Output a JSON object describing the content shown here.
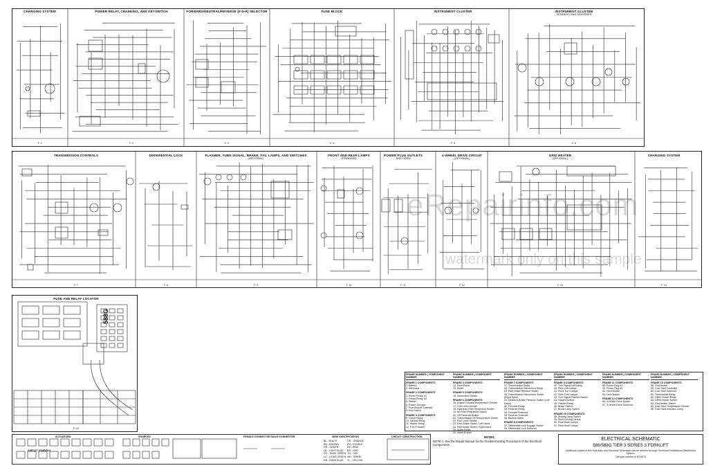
{
  "panels_top": [
    {
      "id": "charging-system",
      "title": "CHARGING SYSTEM",
      "frame": "F. 1"
    },
    {
      "id": "power-relay",
      "title": "POWER RELAY, CRANKING, AND KEYSWITCH",
      "frame": "F. 2"
    },
    {
      "id": "fnr-selector",
      "title": "FORWARD/NEUTRAL/REVERSE (F-N-R) SELECTOR",
      "frame": "F. 3"
    },
    {
      "id": "fuse-block",
      "title": "FUSE BLOCK",
      "frame": "F. 4"
    },
    {
      "id": "instrument-cluster",
      "title": "INSTRUMENT CLUSTER",
      "frame": "F. 5"
    },
    {
      "id": "cluster-senders",
      "title": "INSTRUMENT CLUSTER",
      "subtitle": "SENDERS AND SWITCHES",
      "frame": "F. 6"
    }
  ],
  "panels_mid": [
    {
      "id": "transmission-controls",
      "title": "TRANSMISSION CONTROLS",
      "frame": "F. 7"
    },
    {
      "id": "differential-lock",
      "title": "DIFFERENTIAL LOCK",
      "frame": "F. 8"
    },
    {
      "id": "flasher",
      "title": "FLASHER, TURN SIGNAL, BRAKE, TAIL LAMPS, AND SWITCHES",
      "subtitle": "(OPTIONAL)",
      "frame": "F. 9"
    },
    {
      "id": "front-rear-lamps",
      "title": "FRONT AND REAR LAMPS",
      "subtitle": "STANDARD",
      "frame": "F. 10"
    },
    {
      "id": "power-plug",
      "title": "POWER PLUG OUTLETS",
      "subtitle": "AND HORN",
      "frame": "F. 11"
    },
    {
      "id": "four-wheel-drive",
      "title": "4-WHEEL DRIVE CIRCUIT",
      "subtitle": "(OPTIONAL)",
      "frame": "F. 12"
    },
    {
      "id": "grid-heater",
      "title": "GRID HEATER",
      "subtitle": "(OPTIONAL)",
      "frame": "F. 13"
    },
    {
      "id": "charging-system-2",
      "title": "CHARGING SYSTEM",
      "frame": "F. 14"
    }
  ],
  "fuse_relay": {
    "title": "FUSE AND RELAY LOCATOR",
    "frame": "F. 15",
    "block_label": "588G"
  },
  "component_columns": [
    {
      "header": "FRAME NUMBER | COMPONENT NUMBER",
      "sections": [
        {
          "name": "FRAME 1 COMPONENTS",
          "items": [
            "1. Battery",
            "2. Alternator"
          ]
        },
        {
          "name": "FRAME 2 COMPONENTS",
          "items": [
            "3. Power Relay, #1",
            "4. Power Relay, #2",
            "5. Starter",
            "6. Power Junction",
            "7. Fuel Shutoff Solenoid",
            "8. Key Switch"
          ]
        },
        {
          "name": "FRAME 3 COMPONENTS",
          "items": [
            "9. Clutch Relay",
            "10. Neutral Relay",
            "11. Starter Relay",
            "12. F-N-R Switch"
          ]
        }
      ]
    },
    {
      "header": "FRAME NUMBER | COMPONENT NUMBER",
      "sections": [
        {
          "name": "FRAME 4 COMPONENTS",
          "items": [
            "13. Fuse Panel",
            "14. Diode"
          ]
        },
        {
          "name": "FRAME 5 COMPONENTS",
          "items": [
            "15. Instrument Cluster"
          ]
        },
        {
          "name": "FRAME 6 COMPONENTS",
          "items": [
            "16. Engine Coolant Temperature Sender",
            "17. Fuel Level Sender",
            "18. Hydraulic Filter Restriction Switch",
            "19. Air Filter Restriction Switch",
            "20. Oil Pressure Switch",
            "21. Transmission Oil Temperature Switch",
            "22. Fuel Level Sender",
            "23. Park Brake Switch, Left Hand",
            "24. Park Brake Switch, Right Hand",
            "25. Alarm Relay",
            "26. Alarm Buzzer"
          ]
        }
      ]
    },
    {
      "header": "FRAME NUMBER | COMPONENT NUMBER",
      "sections": [
        {
          "name": "FRAME 7 COMPONENTS",
          "items": [
            "27. Transmission Relay",
            "28. Transmission Disconnect Relay",
            "29. Park Brake Release Switch",
            "30. Transmission Disconnect Switch (Right Hand)",
            "31. Declutch Brake Pressure Switch (Left Hand)",
            "32. Forward Relay",
            "33. Reverse Relay",
            "34. Forward Solenoid",
            "35. Reverse Solenoid",
            "36. Backup Alarm"
          ]
        },
        {
          "name": "FRAME 8 COMPONENTS",
          "items": [
            "37. Differential Lock Engage Switch",
            "38. Differential Lock Solenoid"
          ]
        }
      ]
    },
    {
      "header": "FRAME NUMBER | COMPONENT NUMBER",
      "sections": [
        {
          "name": "FRAME 9 COMPONENTS",
          "items": [
            "39. Turn Signal Left Lamp",
            "40. Rear Left Lamps",
            "41. Front Turn Lamps",
            "42. Rear Turn Lamps",
            "43. Turn Signal Flasher Switch",
            "44. Hazard Switch",
            "45. Flasher Relay",
            "46. Brake Switch",
            "47. Break Lamp Switch"
          ]
        },
        {
          "name": "FRAME 10 COMPONENTS",
          "items": [
            "48. Driving Lamp Switch",
            "49. Front Driving Lamps",
            "50. Rear Work Lamps",
            "51. Rear Work Lamps"
          ]
        }
      ]
    },
    {
      "header": "FRAME NUMBER | COMPONENT NUMBER",
      "sections": [
        {
          "name": "FRAME 11 COMPONENTS",
          "items": [
            "52. Power Plug #1",
            "53. Power Plug #2",
            "54. Horn Switch",
            "55. Horn Button"
          ]
        },
        {
          "name": "FRAME 12 COMPONENTS",
          "items": [
            "56. 4-Wheel Drive Switch",
            "57. 4-Wheel Drive Solenoid"
          ]
        }
      ]
    },
    {
      "header": "FRAME NUMBER | COMPONENT NUMBER",
      "sections": [
        {
          "name": "FRAME 13 COMPONENTS",
          "items": [
            "58. Grid Heater",
            "59. Cold Start Controller",
            "60. Cold Start Solenoid",
            "61. Thermostart Relay",
            "62. GRID Heater Relay",
            "63. GRID Heater Switch",
            "64. Grid Heater Switch",
            "65. Cold Start Temperature Sender",
            "66. Cold Start Indicator Lamp"
          ]
        }
      ]
    }
  ],
  "notes": {
    "heading": "NOTES:",
    "text": "NOTE 1: See the Repair Manual for the Troubleshooting Procedures of the Electrical Components."
  },
  "schematic_title": {
    "line1": "ELECTRICAL SCHEMATIC",
    "line2": "586/588G TIER 3 SERIES 3 FORKLIFT",
    "line3": "Additional copies of this Hydraulic and Electrical Schematic can be ordered through Technical Publications Distribution System.",
    "line4": "The part number is 87-5070"
  },
  "legend": {
    "symbols_heading": "CIRCUIT SYMBOLS",
    "actuators": "ACTUATORS",
    "sources": "SOURCES",
    "connector_heading": "FEMALE CONNECTOR",
    "male_heading": "MALE CONNECTOR",
    "wire_heading": "WIRE IDENTIFICATION",
    "wire_colors": [
      "BL - BLACK",
      "BR - BROWN",
      "GR - GREEN",
      "LB - LIGHT BLUE",
      "DG - DARK GREEN",
      "LG - LIGHT GREEN",
      "DB - DARK BLUE",
      "OR - ORANGE",
      "PU - PURPLE",
      "PK - PINK",
      "RD - RED",
      "TN - TAN",
      "WH - WHITE",
      "YL - YELLOW"
    ],
    "circuit_construction": "CIRCUIT CONSTRUCTION"
  },
  "watermark": {
    "line1": "eRepairinfo.com",
    "line2": "watermark only on this sample"
  }
}
